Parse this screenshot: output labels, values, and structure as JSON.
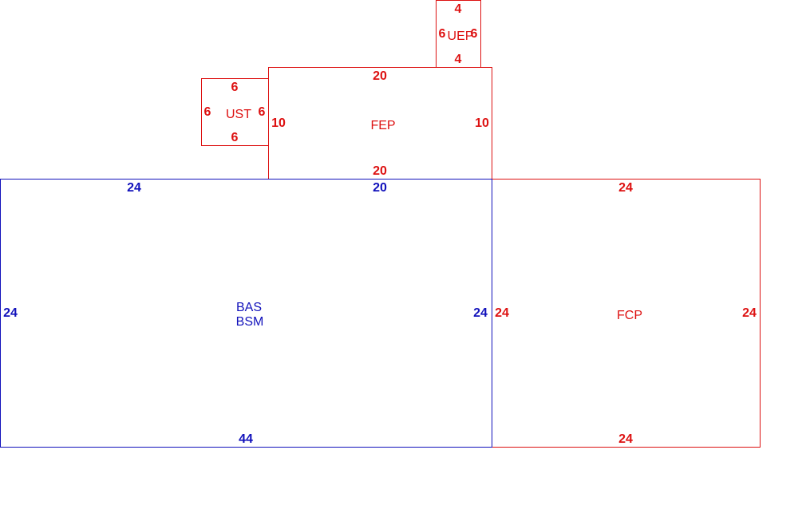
{
  "colors": {
    "red": "#dd1111",
    "blue": "#1111bb"
  },
  "areas": {
    "uep": {
      "label": "UEP",
      "dims": {
        "top": "4",
        "bottom": "4",
        "left": "6",
        "right": "6"
      }
    },
    "ust": {
      "label": "UST",
      "dims": {
        "top": "6",
        "bottom": "6",
        "left": "6",
        "right": "6"
      }
    },
    "fep": {
      "label": "FEP",
      "dims": {
        "top": "20",
        "bottom": "20",
        "left": "10",
        "right": "10"
      }
    },
    "bas": {
      "label_line1": "BAS",
      "label_line2": "BSM",
      "dims": {
        "top_left": "24",
        "top_mid": "20",
        "bottom": "44",
        "left": "24",
        "right": "24"
      }
    },
    "fcp": {
      "label": "FCP",
      "dims": {
        "top": "24",
        "bottom": "24",
        "left": "24",
        "right": "24"
      }
    }
  }
}
